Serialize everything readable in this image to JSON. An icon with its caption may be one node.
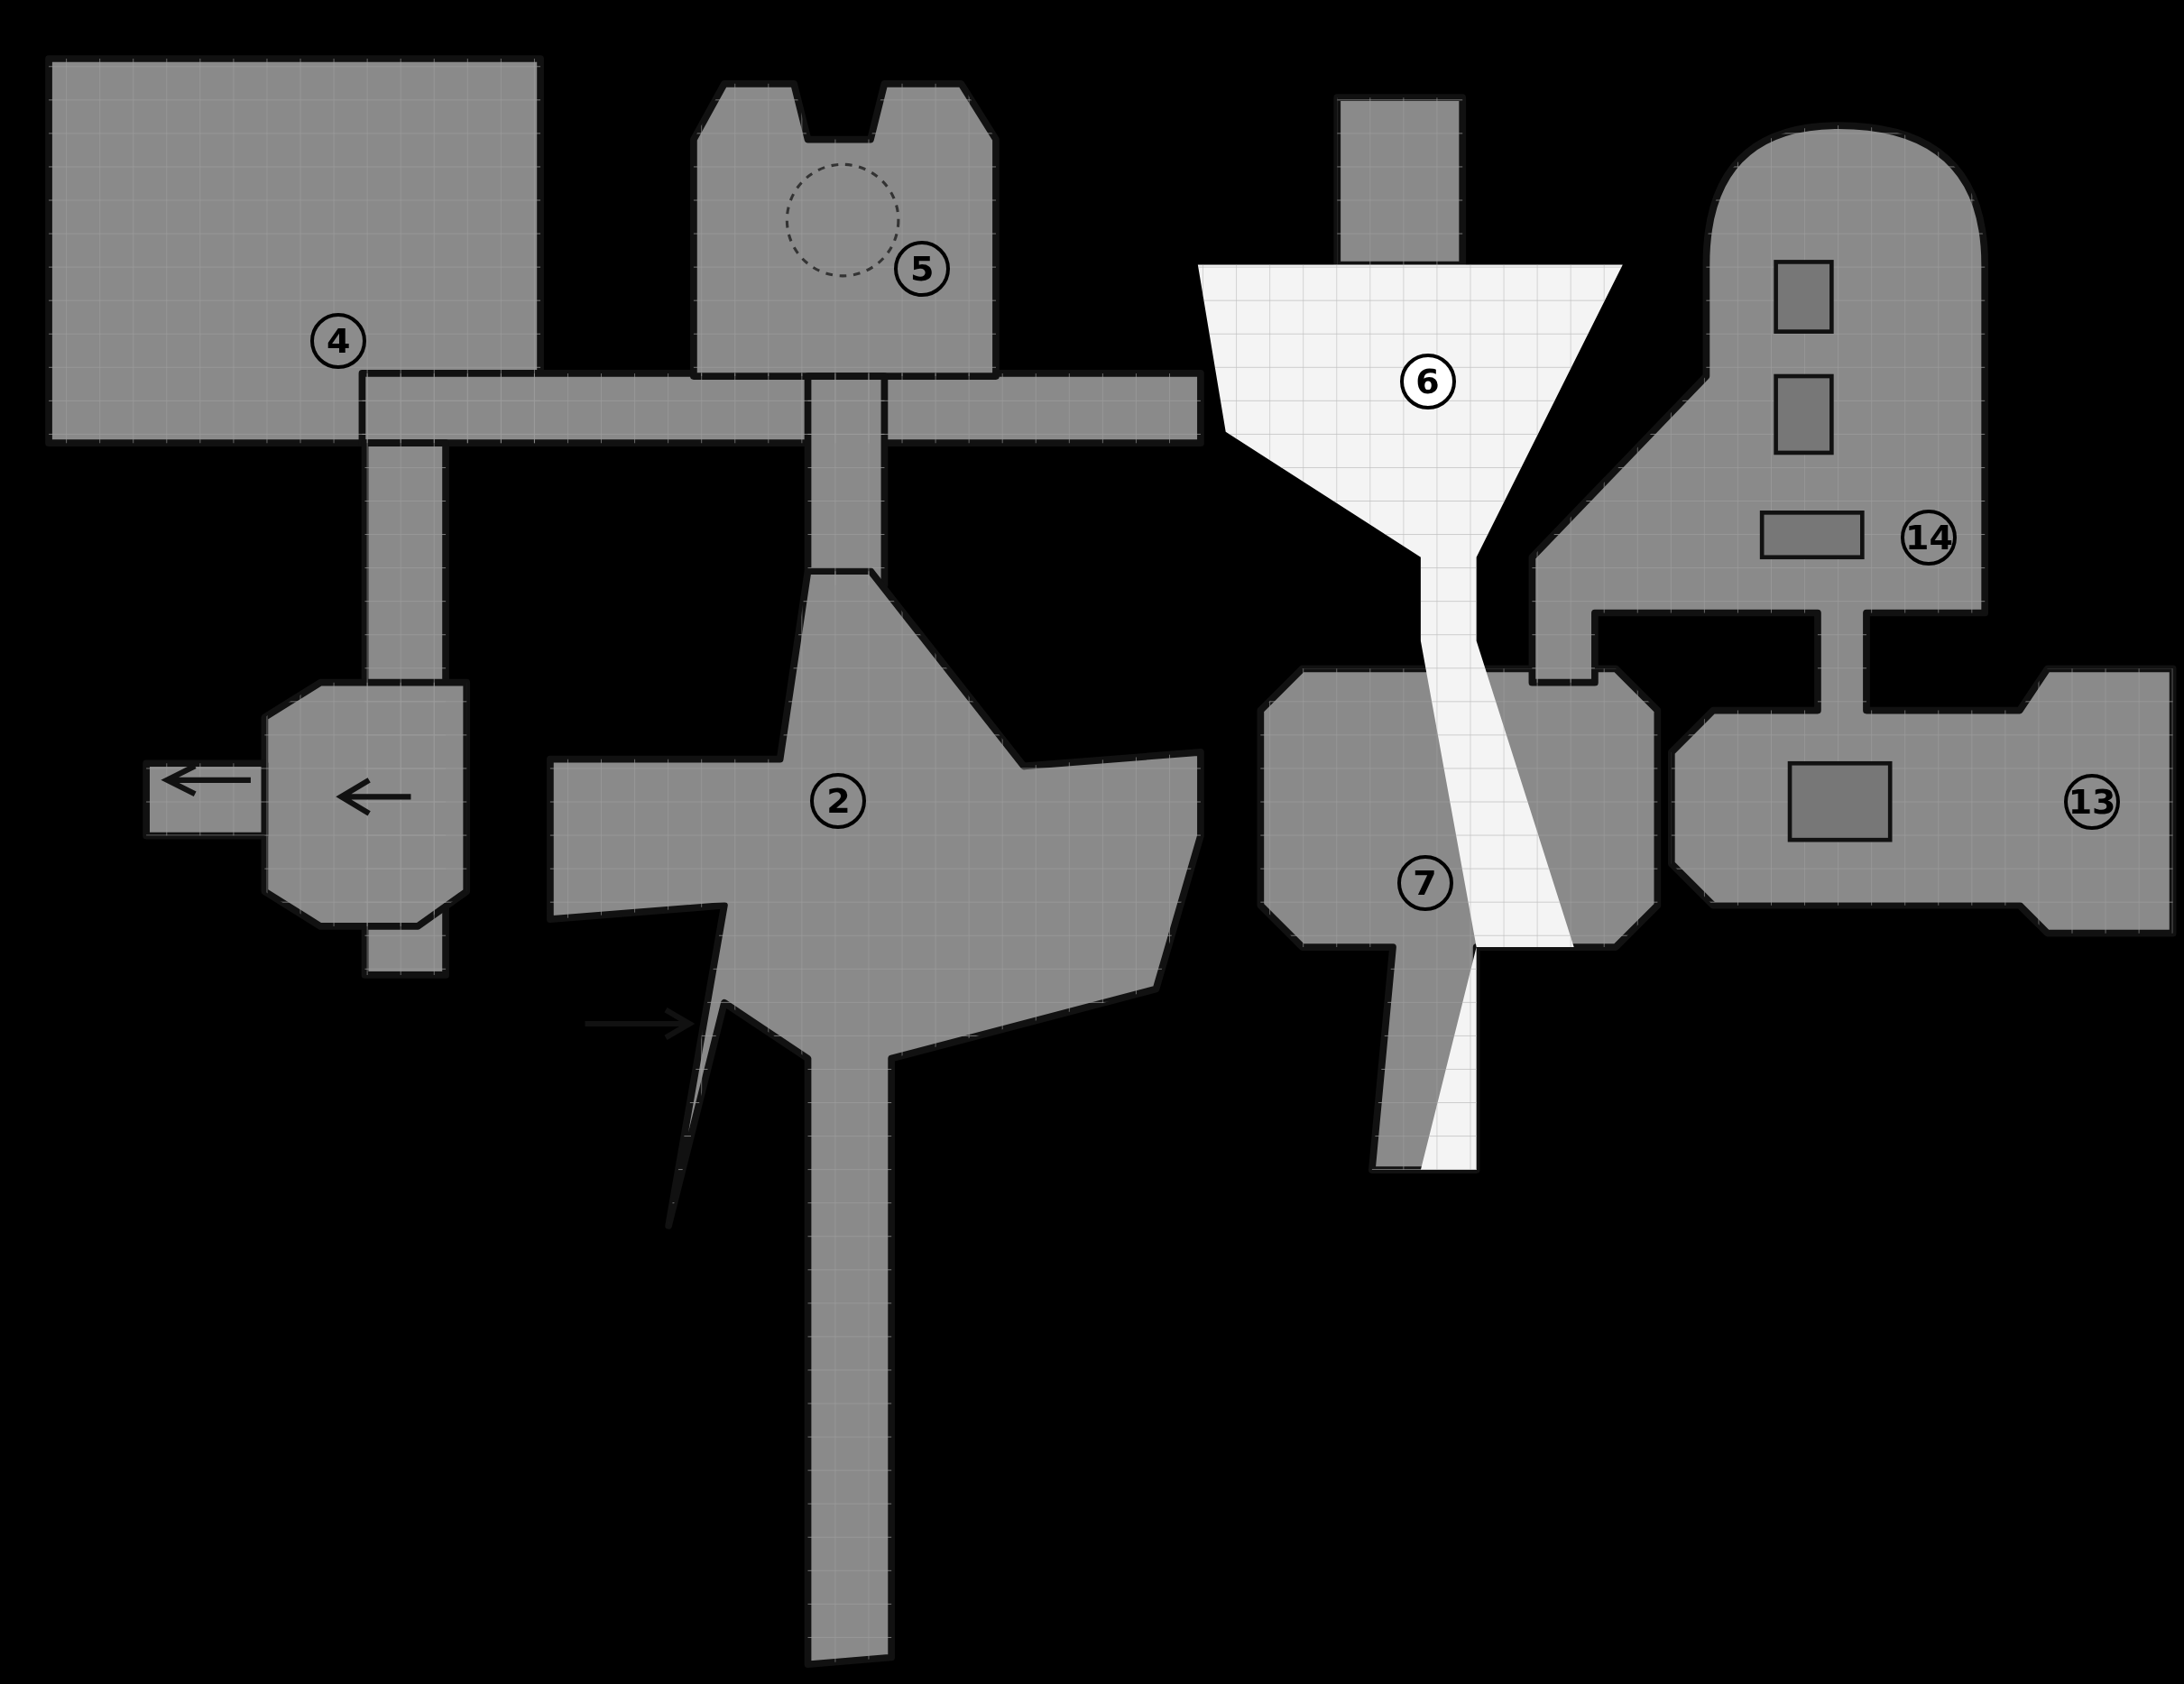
{
  "diagram": {
    "labels": [
      "4",
      "5",
      "6",
      "14",
      "2",
      "13",
      "7"
    ]
  }
}
